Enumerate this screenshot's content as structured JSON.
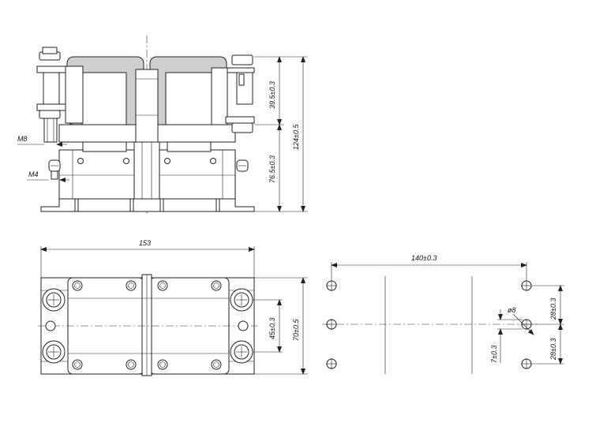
{
  "labels": {
    "m8": "M8",
    "m4": "M4",
    "dim_39_5": "39.5±0.3",
    "dim_76_5": "76.5±0.3",
    "dim_124": "124±0.5",
    "dim_153": "153",
    "dim_45": "45±0.3",
    "dim_70": "70±0.5",
    "dim_140": "140±0.3",
    "dim_phi8": "ø8",
    "dim_7": "7±0.3",
    "dim_28_top": "28±0.3",
    "dim_28_bottom": "28±0.3"
  },
  "colors": {
    "line": "#222222",
    "fill_grey": "#cfcfcf",
    "background": "#ffffff"
  }
}
